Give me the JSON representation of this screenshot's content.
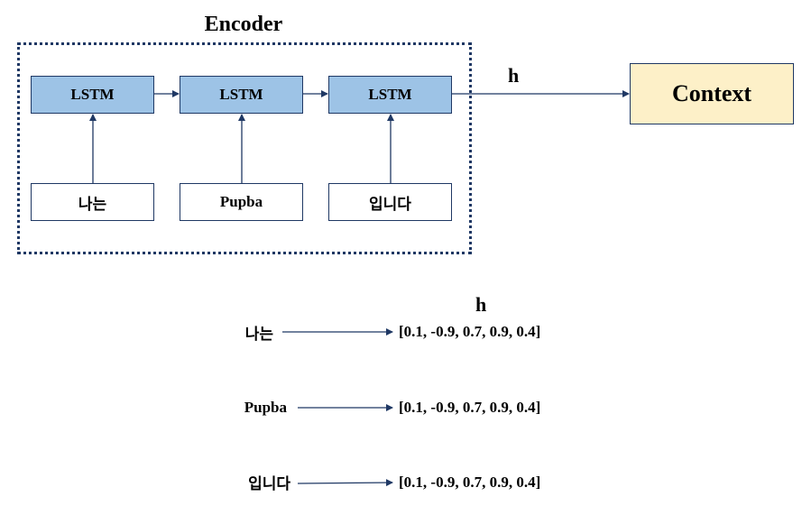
{
  "encoder": {
    "title": "Encoder",
    "cells": [
      {
        "lstm_label": "LSTM",
        "token": "나는"
      },
      {
        "lstm_label": "LSTM",
        "token": "Pupba"
      },
      {
        "lstm_label": "LSTM",
        "token": "입니다"
      }
    ]
  },
  "output_label": "h",
  "context_label": "Context",
  "table": {
    "header": "h",
    "rows": [
      {
        "token": "나는",
        "vector": "[0.1, -0.9, 0.7, 0.9, 0.4]"
      },
      {
        "token": "Pupba",
        "vector": "[0.1, -0.9, 0.7, 0.9, 0.4]"
      },
      {
        "token": "입니다",
        "vector": "[0.1, -0.9, 0.7, 0.9, 0.4]"
      }
    ]
  },
  "colors": {
    "lstm_fill": "#9dc3e6",
    "context_fill": "#fdf0c8",
    "stroke": "#1f3864"
  }
}
